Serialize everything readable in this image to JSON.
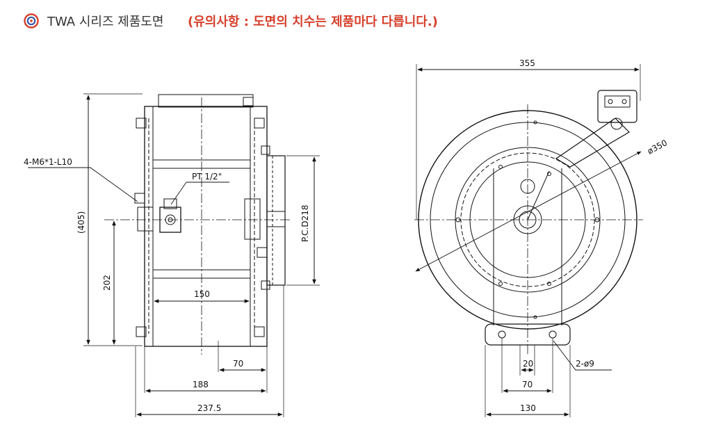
{
  "header": {
    "title": "TWA 시리즈 제품도면",
    "note": "(유의사항 : 도면의 치수는 제품마다 다릅니다.)",
    "accent_color": "#d6402c",
    "icon": "target-ring-icon"
  },
  "side_view": {
    "labels": {
      "bolt_spec": "4-M6*1-L10",
      "port": "PT 1/2\"",
      "pcd": "P.C.D218"
    },
    "dimensions": {
      "height_total": "(405)",
      "height_axis": "202",
      "width_inner": "150",
      "offset": "70",
      "width_body": "188",
      "width_total": "237.5"
    }
  },
  "front_view": {
    "labels": {
      "diameter": "ø350",
      "holes": "2-ø9"
    },
    "dimensions": {
      "width_total": "355",
      "hole_spacing_small": "20",
      "hole_spacing": "70",
      "base_width": "130"
    }
  }
}
